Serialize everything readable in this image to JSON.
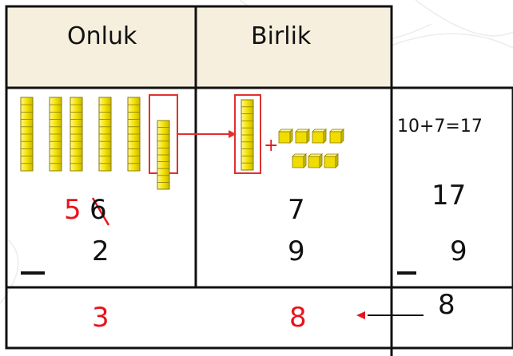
{
  "headers": {
    "tens": "Onluk",
    "ones": "Birlik"
  },
  "equation": "10+7=17",
  "plus_sign": "+",
  "tens_column": {
    "borrowed": "5",
    "crossed": "6",
    "subtrahend": "2",
    "result": "3"
  },
  "ones_column": {
    "minuend": "7",
    "subtrahend": "9",
    "result": "8"
  },
  "side_calc": {
    "minuend": "17",
    "subtrahend": "9",
    "result": "8"
  },
  "blocks": {
    "rods_left_stack": 5,
    "rods_moved": 1,
    "rod_regrouped": 1,
    "unit_cubes": 7,
    "rod_color": "#f5e400",
    "highlight_color": "#e03030"
  },
  "colors": {
    "header_bg": "#f7efdd",
    "ink": "#111111",
    "accent_red": "#e8141c"
  }
}
